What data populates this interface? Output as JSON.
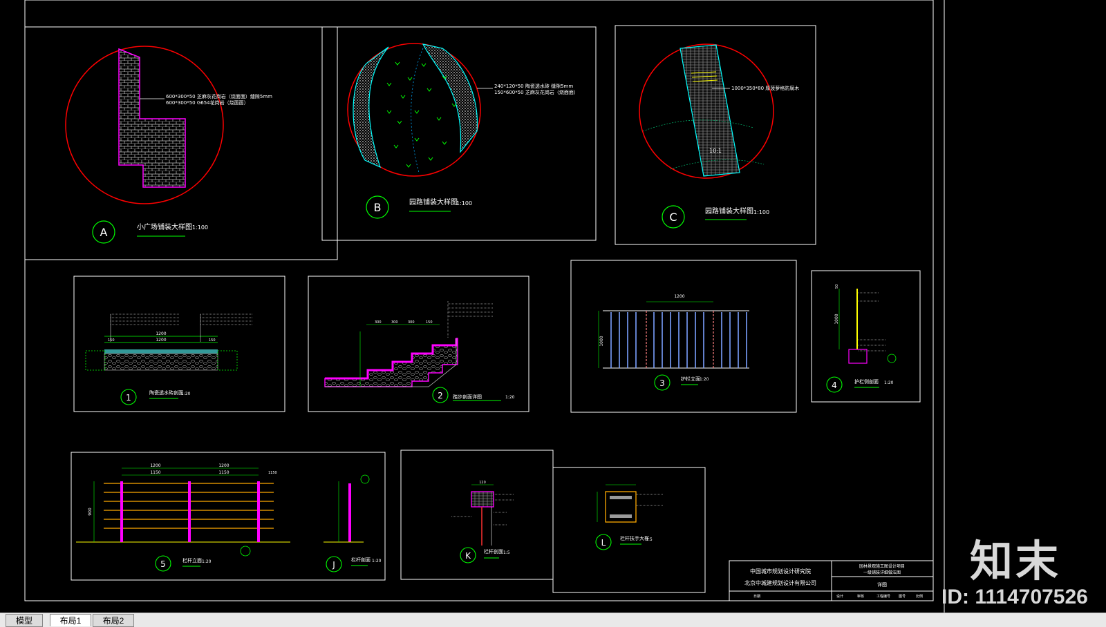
{
  "layout_tabs": [
    {
      "label": "模型"
    },
    {
      "label": "布局1"
    },
    {
      "label": "布局2"
    }
  ],
  "active_tab": "布局1",
  "colors": {
    "bg": "#000000",
    "frame": "#ffffff",
    "circle": "#ff0000",
    "label": "#00ff00",
    "pink": "#ff00ff",
    "cyan": "#00ffff",
    "yellow": "#ffff00",
    "hatch": "#bdbdbd"
  },
  "watermark": {
    "brand": "知末",
    "id": "ID: 1114707526"
  },
  "details": {
    "A": {
      "marker": "A",
      "title": "小广场铺装大样图",
      "scale": "1:100",
      "note1": "600*300*50 芝麻灰花岗岩（烧面面）缝隙5mm",
      "note2": "600*300*50 G654花岗岩（烧面面）"
    },
    "B": {
      "marker": "B",
      "title": "园路铺装大样图",
      "scale": "1:100",
      "note1": "240*120*50 陶瓷透水砖 缝隙5mm",
      "note2": "150*600*50 芝麻灰花岗岩（烧面面）"
    },
    "C": {
      "marker": "C",
      "title": "园路铺装大样图",
      "scale": "1:100",
      "note1": "1000*350*80 厚菠萝格防腐木",
      "slope": "10:1"
    },
    "s1": {
      "marker": "1",
      "title": "陶瓷透水砖剖面",
      "scale": "1:20",
      "dim1": "1200",
      "dim2": "1200",
      "dimL": "150",
      "dimR": "150"
    },
    "s2": {
      "marker": "2",
      "title": "踏步剖面详图",
      "scale": "1:20",
      "d1": "300",
      "d2": "300",
      "d3": "300",
      "d4": "150"
    },
    "s3": {
      "marker": "3",
      "title": "护栏立面",
      "scale": "1:20",
      "width": "1200",
      "height": "1000"
    },
    "s4": {
      "marker": "4",
      "title": "护栏侧剖面",
      "scale": "1:20",
      "height": "1000",
      "top": "50"
    },
    "s5": {
      "marker": "5",
      "title": "栏杆立面",
      "scale": "1:20",
      "span1": "1200",
      "span2": "1200",
      "sub1": "1150",
      "sub2": "1150",
      "sub3": "1150",
      "height": "900"
    },
    "J": {
      "marker": "J",
      "title": "栏杆剖面",
      "scale": "1:20"
    },
    "K": {
      "marker": "K",
      "title": "栏杆剖面",
      "scale": "1:5",
      "w": "120"
    },
    "L": {
      "marker": "L",
      "title": "栏杆扶手大样",
      "scale": "1:5"
    }
  },
  "title_block": {
    "company1": "中国城市规划设计研究院",
    "company2": "北京中城建规划设计有限公司",
    "project1": "园林景观施工图设计项目",
    "project2": "一级铺装详细做法图",
    "drawing": "详图",
    "row": [
      "日期",
      "设计",
      "审核",
      "工程编号",
      "图号",
      "比例"
    ]
  }
}
